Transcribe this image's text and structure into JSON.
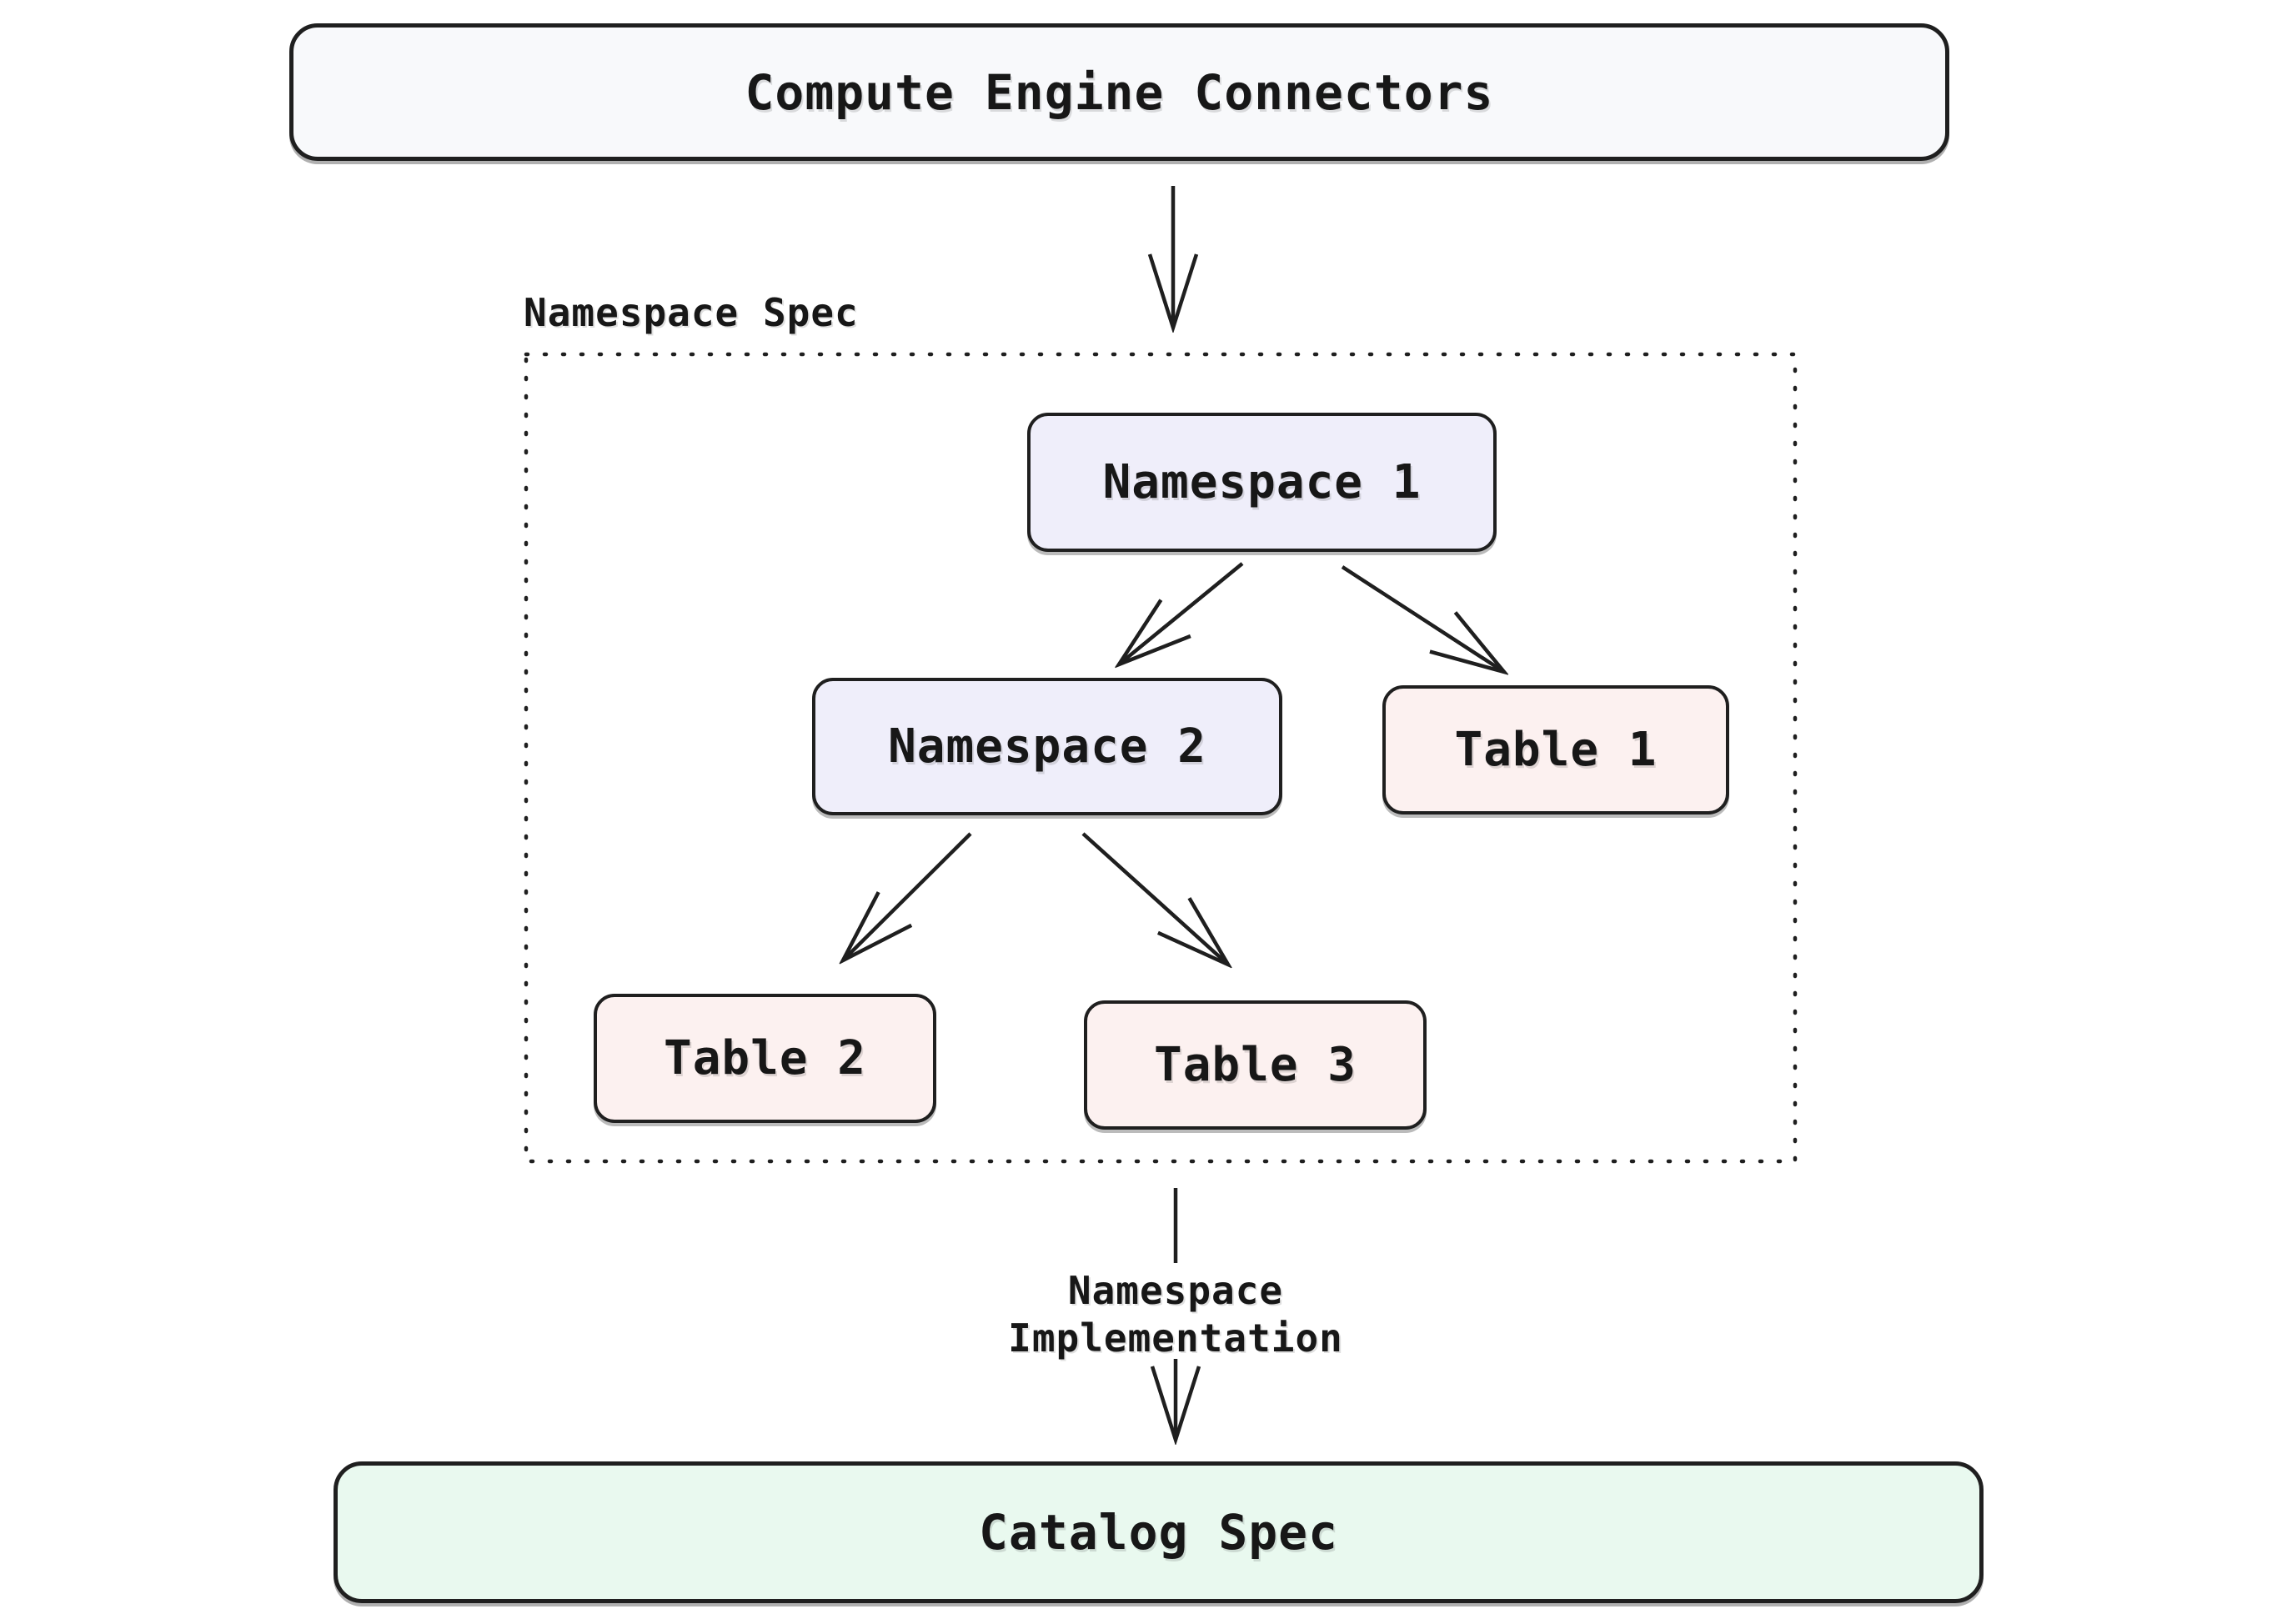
{
  "diagram": {
    "type": "flowchart",
    "title_box": {
      "label": "Compute Engine Connectors"
    },
    "container": {
      "label": "Namespace Spec"
    },
    "nodes": {
      "namespace1": {
        "label": "Namespace 1"
      },
      "namespace2": {
        "label": "Namespace 2"
      },
      "table1": {
        "label": "Table 1"
      },
      "table2": {
        "label": "Table 2"
      },
      "table3": {
        "label": "Table 3"
      }
    },
    "edges": [
      {
        "from": "Compute Engine Connectors",
        "to": "Namespace Spec",
        "label": ""
      },
      {
        "from": "Namespace 1",
        "to": "Namespace 2",
        "label": ""
      },
      {
        "from": "Namespace 1",
        "to": "Table 1",
        "label": ""
      },
      {
        "from": "Namespace 2",
        "to": "Table 2",
        "label": ""
      },
      {
        "from": "Namespace 2",
        "to": "Table 3",
        "label": ""
      },
      {
        "from": "Namespace Spec",
        "to": "Catalog Spec",
        "label": "Namespace Implementation"
      }
    ],
    "edge_label": {
      "line1": "Namespace",
      "line2": "Implementation"
    },
    "catalog_box": {
      "label": "Catalog Spec"
    },
    "colors": {
      "background": "#FFFFFF",
      "stroke": "#1F1F1F",
      "text": "#171717",
      "title_fill": "#F8F9FB",
      "namespace_fill": "#EFEEFA",
      "table_fill": "#FCF1F0",
      "catalog_fill": "#E9F9EF"
    }
  }
}
